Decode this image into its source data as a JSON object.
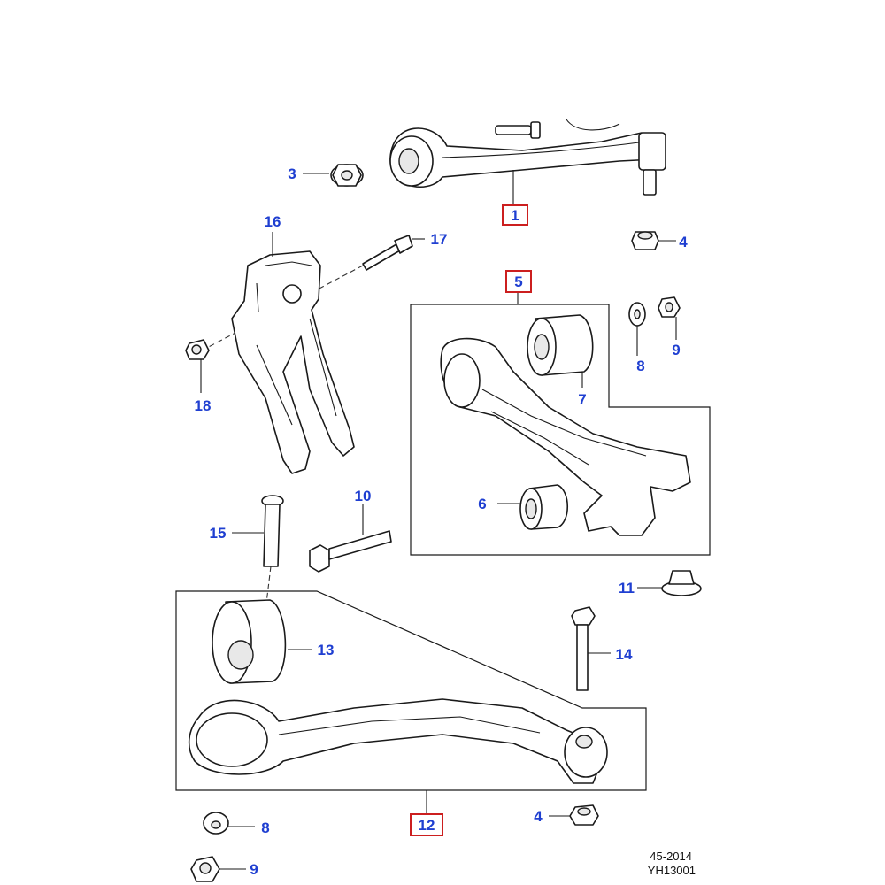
{
  "colors": {
    "callout": "#1f3fd1",
    "assembly_box": "#cc1f1f",
    "line": "#1a1a1a"
  },
  "callouts": {
    "c1": "1",
    "c3": "3",
    "c4a": "4",
    "c4b": "4",
    "c5": "5",
    "c6": "6",
    "c7": "7",
    "c8a": "8",
    "c8b": "8",
    "c9a": "9",
    "c9b": "9",
    "c10": "10",
    "c11": "11",
    "c12": "12",
    "c13": "13",
    "c14": "14",
    "c15": "15",
    "c16": "16",
    "c17": "17",
    "c18": "18"
  },
  "reference": {
    "line1": "45-2014",
    "line2": "YH13001"
  }
}
